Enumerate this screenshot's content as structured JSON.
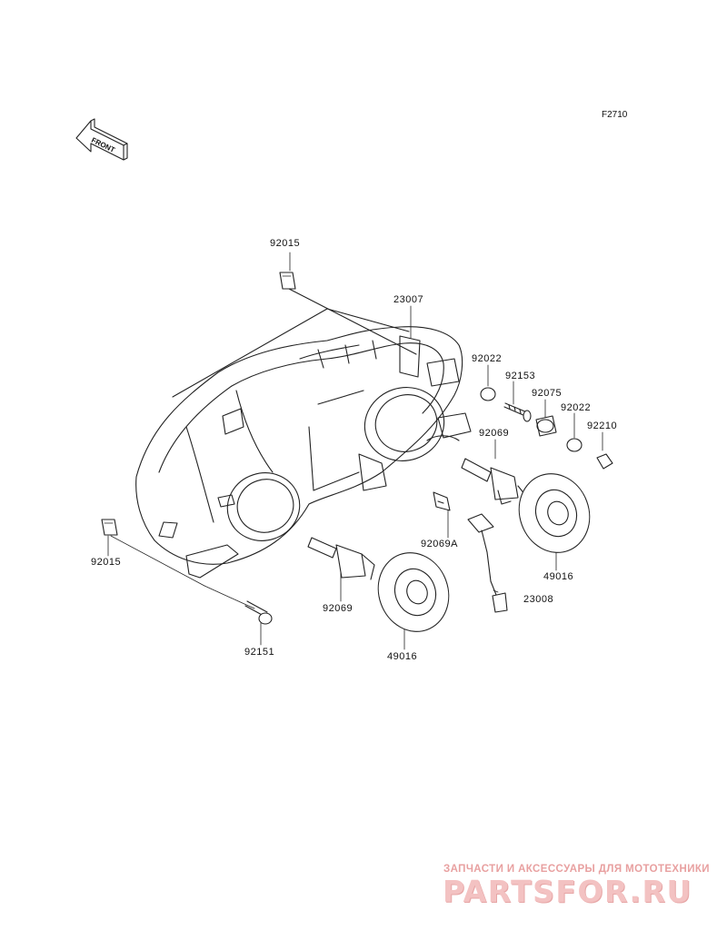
{
  "figure_code": "F2710",
  "front_arrow_label": "FRONT",
  "parts": {
    "p92015_top": "92015",
    "p23007": "23007",
    "p92022_a": "92022",
    "p92153": "92153",
    "p92075": "92075",
    "p92022_b": "92022",
    "p92210": "92210",
    "p92069_right": "92069",
    "p92069A": "92069A",
    "p49016_right": "49016",
    "p23008": "23008",
    "p92015_left": "92015",
    "p92069_bottom": "92069",
    "p92151": "92151",
    "p49016_bottom": "49016"
  },
  "watermark": {
    "tagline": "ЗАПЧАСТИ И АКСЕССУАРЫ ДЛЯ МОТОТЕХНИКИ",
    "brand": "PARTSFOR.RU"
  },
  "colors": {
    "line": "#222222",
    "watermark": "#f3c2c2"
  }
}
